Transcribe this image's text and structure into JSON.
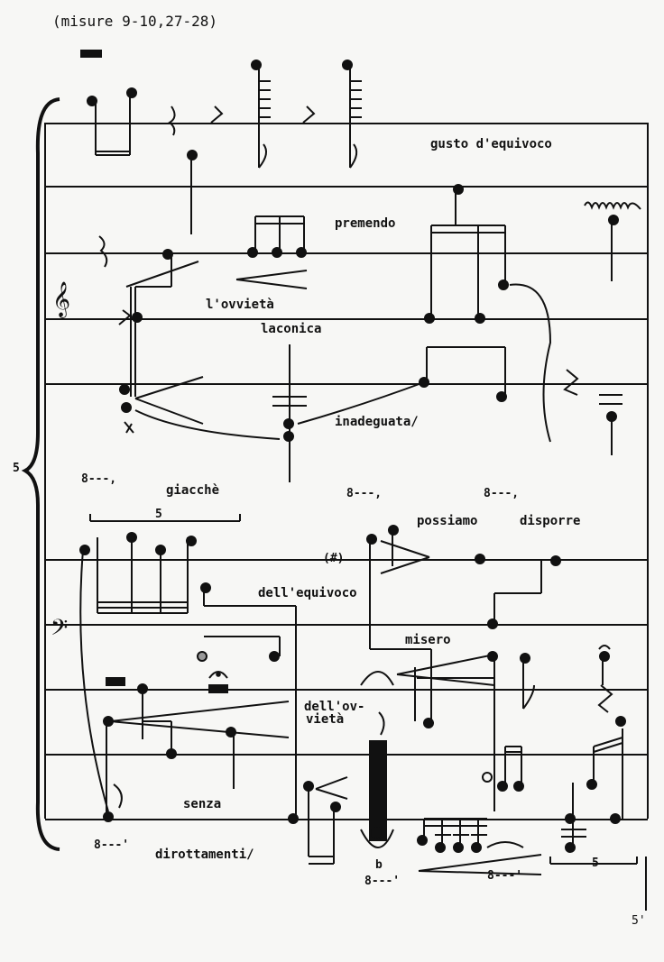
{
  "header": {
    "measures": "(misure 9-10,27-28)"
  },
  "system": {
    "brace_number": "5",
    "page_mark": "5'"
  },
  "words": [
    {
      "id": "gusto",
      "text": "gusto d'equivoco"
    },
    {
      "id": "premendo",
      "text": "premendo"
    },
    {
      "id": "ovvieta",
      "text": "l'ovvietà"
    },
    {
      "id": "laconica",
      "text": "laconica"
    },
    {
      "id": "inadeguata",
      "text": "inadeguata/"
    },
    {
      "id": "giacche",
      "text": "giacchè"
    },
    {
      "id": "possiamo",
      "text": "possiamo"
    },
    {
      "id": "disporre",
      "text": "disporre"
    },
    {
      "id": "dellequivoco",
      "text": "dell'equivoco"
    },
    {
      "id": "misero",
      "text": "misero"
    },
    {
      "id": "dellov",
      "text": "dell'ov-"
    },
    {
      "id": "vieta",
      "text": "vietà"
    },
    {
      "id": "senza",
      "text": "senza"
    },
    {
      "id": "dirottamenti",
      "text": "dirottamenti/"
    }
  ],
  "marks": {
    "ottava_1": "8---,",
    "ottava_2": "8---,",
    "ottava_3": "8---,",
    "ottava_4": "8---'",
    "ottava_5": "8---'",
    "ottava_6": "8---'",
    "tuplet_1": "5",
    "tuplet_2": "5",
    "natural_sharp": "(#)",
    "flat_b": "b"
  },
  "icons": {
    "treble": "treble-clef-icon",
    "bass": "bass-clef-icon"
  }
}
